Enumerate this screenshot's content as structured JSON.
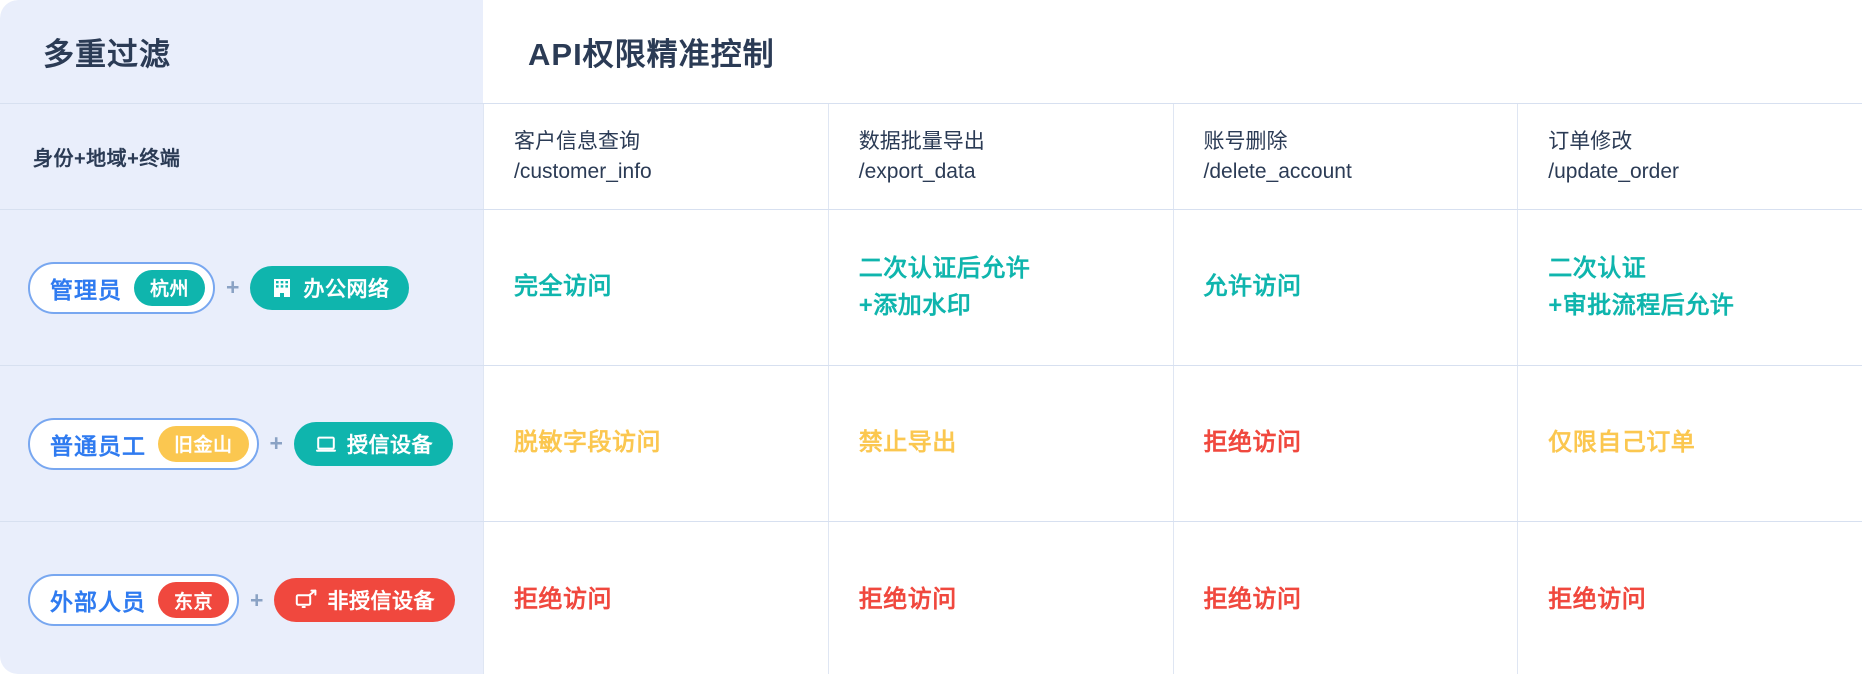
{
  "header": {
    "left_title": "多重过滤",
    "right_title": "API权限精准控制"
  },
  "subheader": {
    "identity_label": "身份+地域+终端",
    "columns": [
      {
        "name": "客户信息查询",
        "path": "/customer_info"
      },
      {
        "name": "数据批量导出",
        "path": "/export_data"
      },
      {
        "name": "账号删除",
        "path": "/delete_account"
      },
      {
        "name": "订单修改",
        "path": "/update_order"
      }
    ]
  },
  "colors": {
    "teal": "#0fb5ad",
    "amber": "#fbc750",
    "red": "#f0483e",
    "role_blue": "#2f7bf0",
    "role_border": "#78a7f0",
    "heading": "#2b3b55",
    "left_panel_bg": "#e9eefb",
    "grid_line": "#d7e0f0"
  },
  "rows": [
    {
      "role": "管理员",
      "region": "杭州",
      "region_color": "#0fb5ad",
      "terminal": "办公网络",
      "terminal_color": "#0fb5ad",
      "terminal_icon": "office-building-icon",
      "plus": "+",
      "cells": [
        {
          "lines": [
            "完全访问"
          ],
          "color": "#0fb5ad"
        },
        {
          "lines": [
            "二次认证后允许",
            "+添加水印"
          ],
          "color": "#0fb5ad"
        },
        {
          "lines": [
            "允许访问"
          ],
          "color": "#0fb5ad"
        },
        {
          "lines": [
            "二次认证",
            "+审批流程后允许"
          ],
          "color": "#0fb5ad"
        }
      ]
    },
    {
      "role": "普通员工",
      "region": "旧金山",
      "region_color": "#fbc750",
      "terminal": "授信设备",
      "terminal_color": "#0fb5ad",
      "terminal_icon": "laptop-icon",
      "plus": "+",
      "cells": [
        {
          "lines": [
            "脱敏字段访问"
          ],
          "color": "#fbc750"
        },
        {
          "lines": [
            "禁止导出"
          ],
          "color": "#fbc750"
        },
        {
          "lines": [
            "拒绝访问"
          ],
          "color": "#f0483e"
        },
        {
          "lines": [
            "仅限自己订单"
          ],
          "color": "#fbc750"
        }
      ]
    },
    {
      "role": "外部人员",
      "region": "东京",
      "region_color": "#f0483e",
      "terminal": "非授信设备",
      "terminal_color": "#f0483e",
      "terminal_icon": "untrusted-monitor-icon",
      "plus": "+",
      "cells": [
        {
          "lines": [
            "拒绝访问"
          ],
          "color": "#f0483e"
        },
        {
          "lines": [
            "拒绝访问"
          ],
          "color": "#f0483e"
        },
        {
          "lines": [
            "拒绝访问"
          ],
          "color": "#f0483e"
        },
        {
          "lines": [
            "拒绝访问"
          ],
          "color": "#f0483e"
        }
      ]
    }
  ]
}
